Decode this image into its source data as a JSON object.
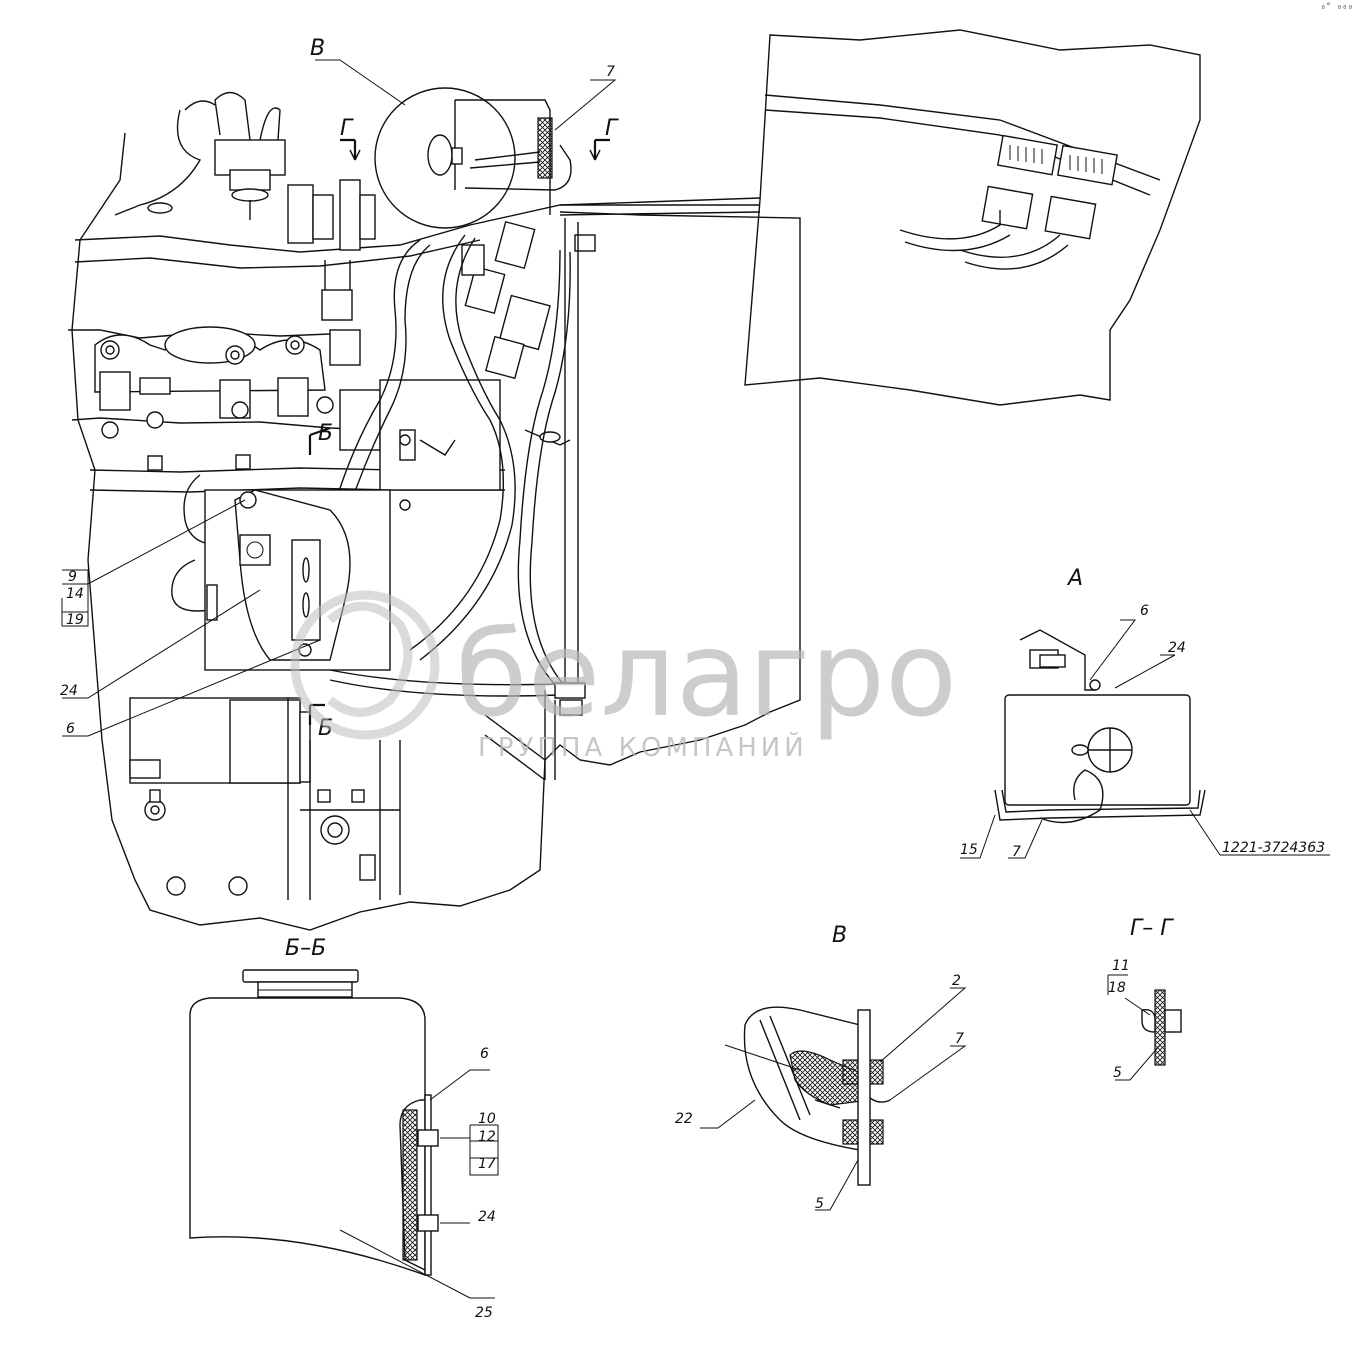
{
  "views": {
    "callout_v": "В",
    "section_g_left": "Г",
    "section_g_right": "Г",
    "section_b_top": "Б",
    "section_b_bottom": "Б",
    "view_a": "А",
    "section_bb_title": "Б–Б",
    "detail_v_title": "В",
    "section_gg_title": "Г– Г"
  },
  "main_labels": {
    "l7": "7",
    "l9": "9",
    "l14": "14",
    "l19": "19",
    "l24": "24",
    "l6": "6"
  },
  "view_a_labels": {
    "l6": "6",
    "l24": "24",
    "l15": "15",
    "l7": "7",
    "part": "1221-3724363"
  },
  "section_bb_labels": {
    "l6": "6",
    "l10": "10",
    "l12": "12",
    "l17": "17",
    "l24": "24",
    "l25": "25"
  },
  "detail_v_labels": {
    "l2": "2",
    "l7": "7",
    "l22": "22",
    "l5": "5"
  },
  "section_gg_labels": {
    "l11": "11",
    "l18": "18",
    "l5": "5"
  },
  "watermark": {
    "brand": "белагро",
    "sub": "ГРУППА КОМПАНИЙ"
  },
  "corner_mark": "₀° ₀₀₀"
}
